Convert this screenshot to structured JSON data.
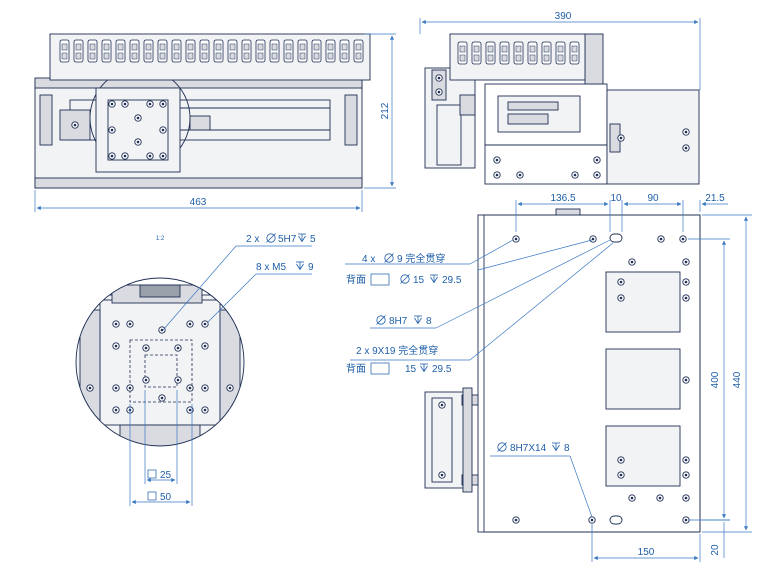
{
  "front_view": {
    "width_label": "463",
    "height_label": "212"
  },
  "side_view": {
    "width_label": "390"
  },
  "plan_view": {
    "dims_top": [
      "136.5",
      "10",
      "90",
      "21.5"
    ],
    "dim_400": "400",
    "dim_440": "440",
    "dim_150": "150",
    "dim_20": "20",
    "notes": [
      "4 x",
      "9 完全贯穿",
      "背面",
      "15",
      "29.5",
      "8H7",
      "8",
      "2 x 9X19 完全贯穿",
      "背面",
      "15",
      "29.5",
      "8H7X14",
      "8"
    ]
  },
  "detail_view": {
    "ref_mark": "1:2",
    "notes": [
      "2 x",
      "5H7",
      "5",
      "8 x M5",
      "9"
    ],
    "dim_25": "25",
    "dim_50": "50"
  },
  "symbols": {
    "diameter": "diameter-icon",
    "depth": "depth-arrow-icon",
    "square": "square-icon"
  }
}
